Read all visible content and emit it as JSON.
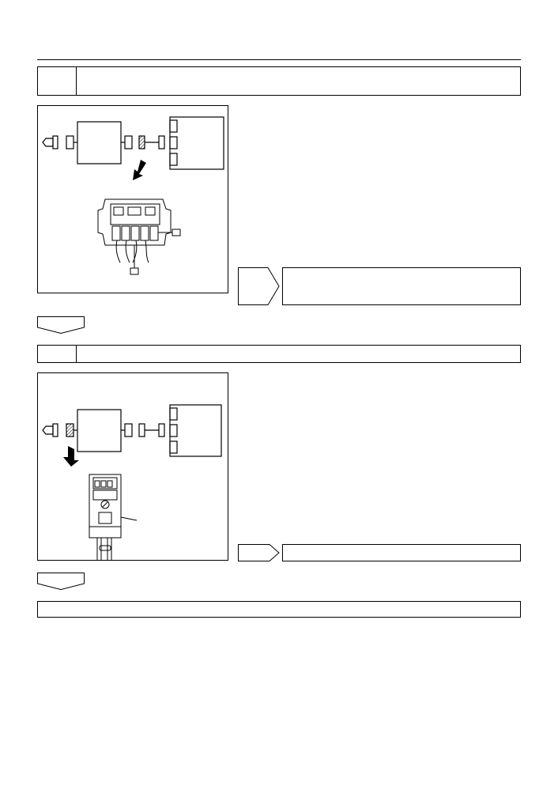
{
  "page": {
    "rule": "horizontal-rule"
  },
  "step1": {
    "number": "",
    "title": "",
    "figure": {
      "callout_a": "",
      "callout_b": ""
    },
    "result": {
      "label": "",
      "text": ""
    },
    "next_tab": ""
  },
  "step2": {
    "number": "",
    "title": "",
    "figure": {
      "callout_a": ""
    },
    "result": {
      "label": "",
      "text": ""
    },
    "next_tab": ""
  },
  "step3": {
    "title": ""
  },
  "colors": {
    "line": "#000000",
    "background": "#ffffff",
    "hatch": "#000000"
  },
  "icons": [
    "down-arrow-icon",
    "arrow-tab-icon",
    "connector-diagram",
    "relay-diagram"
  ]
}
